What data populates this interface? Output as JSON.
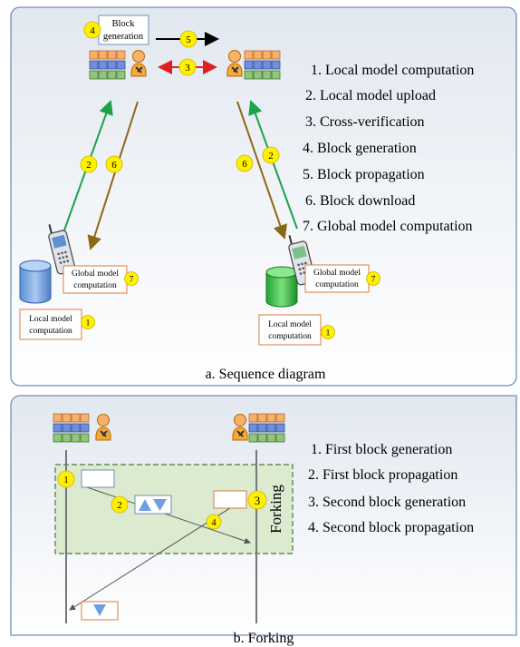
{
  "panel_a": {
    "caption": "a. Sequence diagram",
    "block_generation_label": "Block generation",
    "block_generation_line1": "Block",
    "block_generation_line2": "generation",
    "steps": [
      "1. Local model computation",
      "2. Local model upload",
      "3. Cross-verification",
      "4. Block generation",
      "5. Block propagation",
      "6. Block download",
      "7. Global model computation"
    ],
    "badges": {
      "block_gen": "4",
      "propagation": "5",
      "verification": "3",
      "upload_left": "2",
      "download_left": "6",
      "download_right": "6",
      "upload_right": "2",
      "global_left": "7",
      "global_right": "7",
      "local_left": "1",
      "local_right": "1"
    },
    "left_device": {
      "global_line1": "Global model",
      "global_line2": "computation",
      "local_line1": "Local model",
      "local_line2": "computation"
    },
    "right_device": {
      "global_line1": "Global model",
      "global_line2": "computation",
      "local_line1": "Local model",
      "local_line2": "computation"
    }
  },
  "panel_b": {
    "caption": "b. Forking",
    "forking_label": "Forking",
    "steps": [
      "1. First block generation",
      "2. First block propagation",
      "3. Second block generation",
      "4. Second block propagation"
    ],
    "badges": {
      "first_gen": "1",
      "first_prop": "2",
      "second_gen": "3",
      "second_prop": "4"
    }
  },
  "colors": {
    "panel_border": "#6f8fb5",
    "panel_fill_top": "#e6ebf2",
    "panel_fill_bottom": "#ffffff",
    "badge_fill": "#ffef00",
    "upload_arrow": "#1aa34a",
    "download_arrow": "#8b6914",
    "verify_arrow": "#e02020",
    "block_orange": "#f6b26b",
    "block_blue": "#6f8fd8",
    "block_green": "#93c47d",
    "fork_fill": "#dcead0",
    "fork_border": "#4a7a3a",
    "label_border": "#e07b39"
  }
}
